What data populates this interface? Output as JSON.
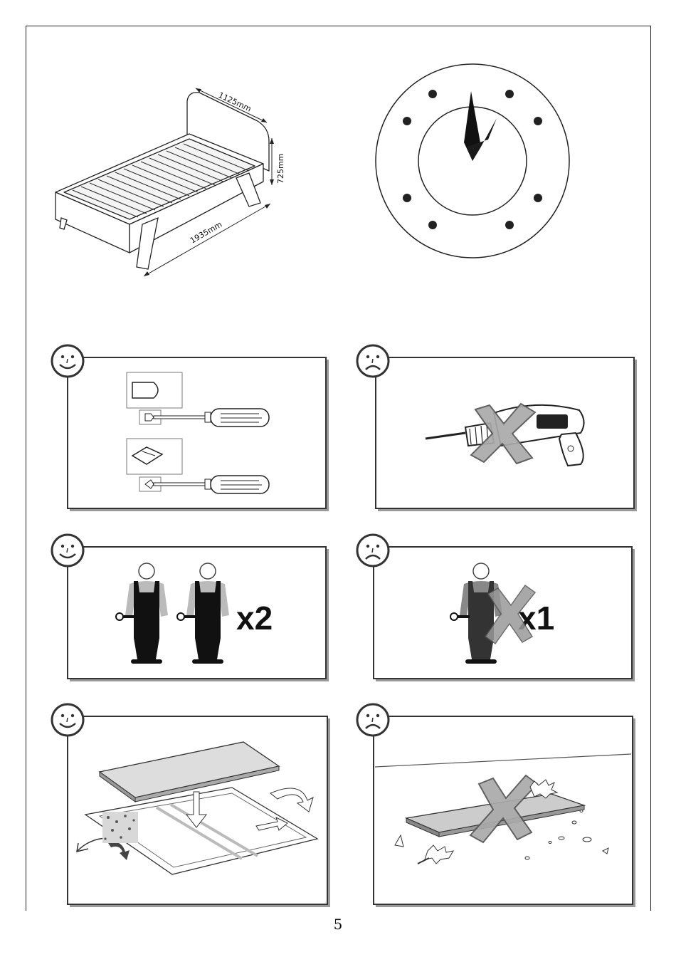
{
  "dimensions": {
    "width_label": "1125mm",
    "height_label": "725mm",
    "length_label": "1935mm"
  },
  "panels": {
    "tools": {
      "verdict": "smiley-face"
    },
    "drill": {
      "verdict": "sad-face"
    },
    "two_people": {
      "verdict": "smiley-face",
      "quantity": "x2"
    },
    "one_person": {
      "verdict": "sad-face",
      "quantity": "x1"
    },
    "soft_surface": {
      "verdict": "smiley-face"
    },
    "hard_floor": {
      "verdict": "sad-face"
    }
  },
  "page_number": "5",
  "icons": [
    "clock-icon",
    "smiley-face-icon",
    "sad-face-icon",
    "flat-screwdriver-icon",
    "phillips-screwdriver-icon",
    "power-drill-icon",
    "cross-icon",
    "worker-icon",
    "panel-board-icon"
  ]
}
